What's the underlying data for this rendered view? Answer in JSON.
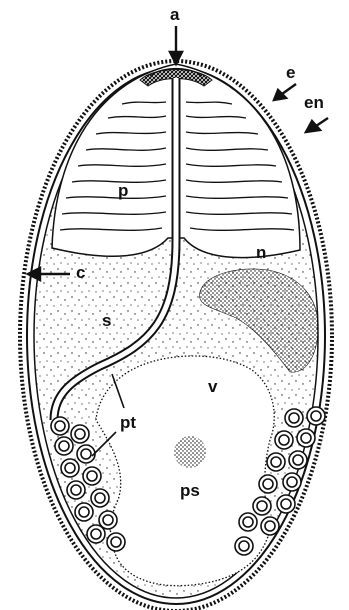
{
  "labels": {
    "a": "a",
    "e": "e",
    "en": "en",
    "p": "p",
    "c": "c",
    "n": "n",
    "s": "s",
    "v": "v",
    "pt": "pt",
    "ps": "ps"
  },
  "colors": {
    "ink": "#111111",
    "background": "#ffffff"
  }
}
